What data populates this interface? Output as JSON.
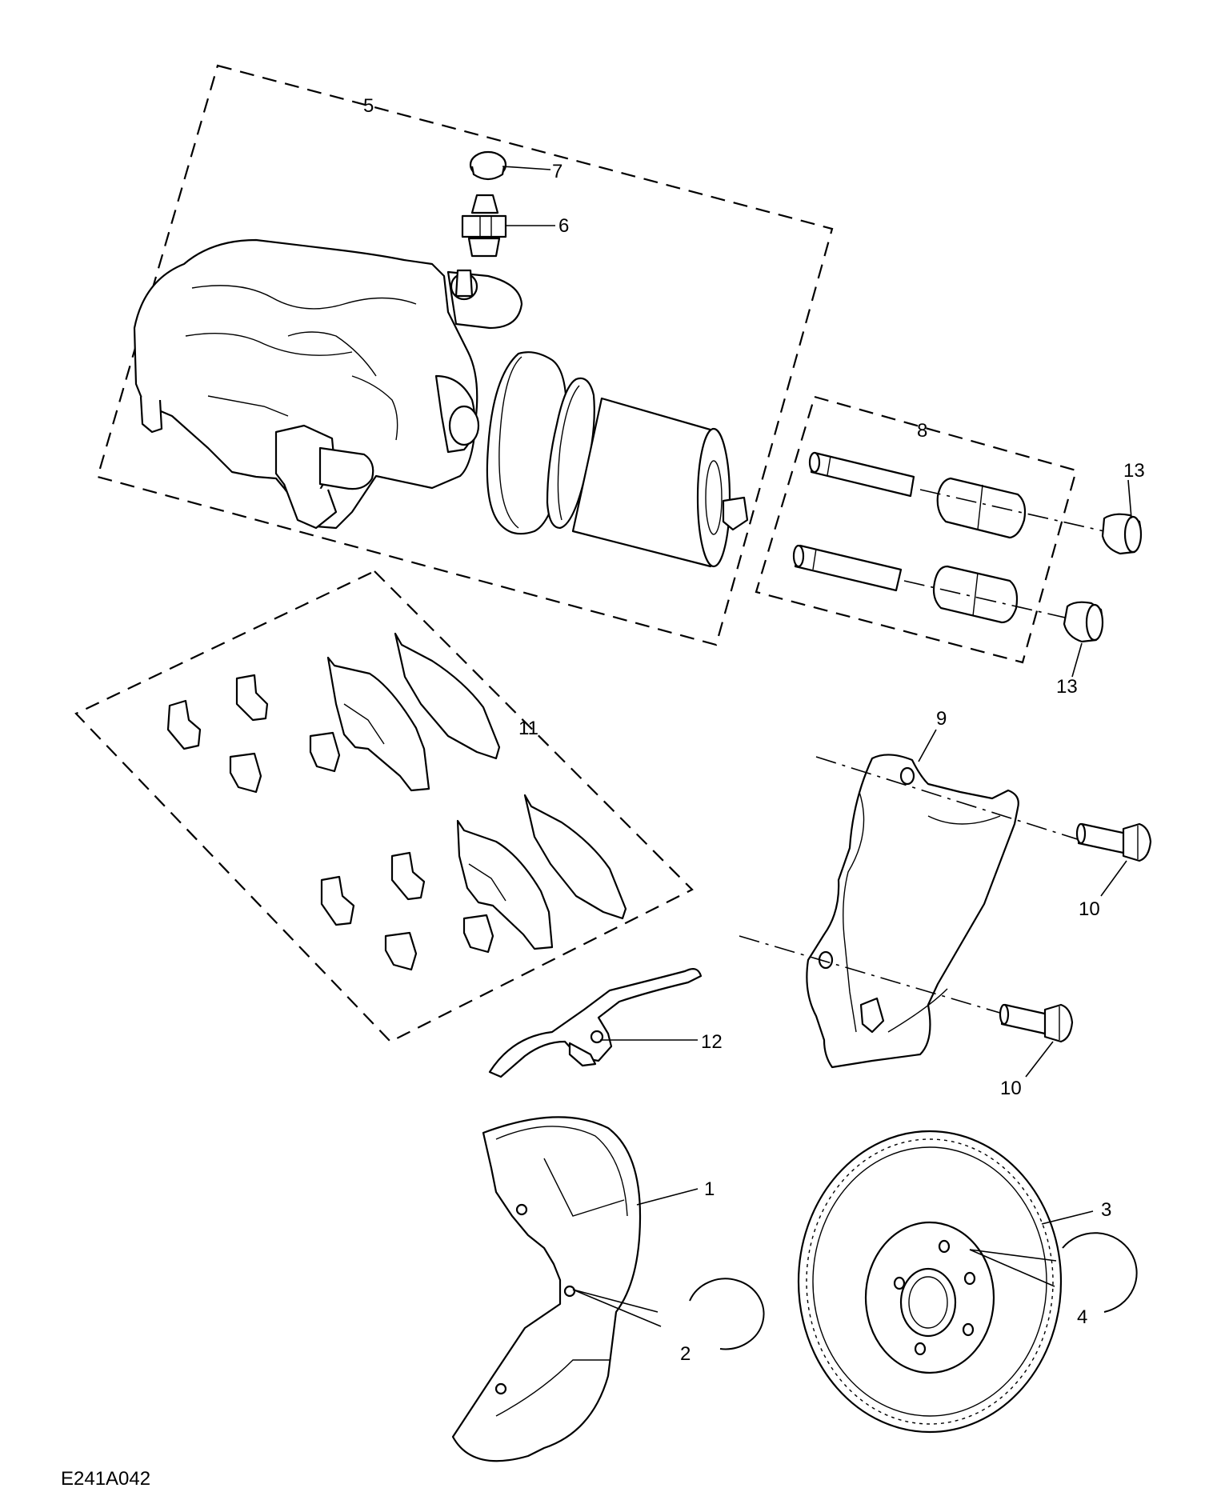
{
  "figure_id": "E241A042",
  "callouts": {
    "shield": "1",
    "shield_circle": "2",
    "disc": "3",
    "disc_circle": "4",
    "caliper_assembly": "5",
    "bleed_nipple": "6",
    "dust_cap": "7",
    "guide_pin_kit": "8",
    "anchor_bracket": "9",
    "bolt_upper": "10",
    "bolt_lower": "10",
    "pad_kit": "11",
    "anti_rattle_spring": "12",
    "cap_upper": "13",
    "cap_lower": "13"
  }
}
